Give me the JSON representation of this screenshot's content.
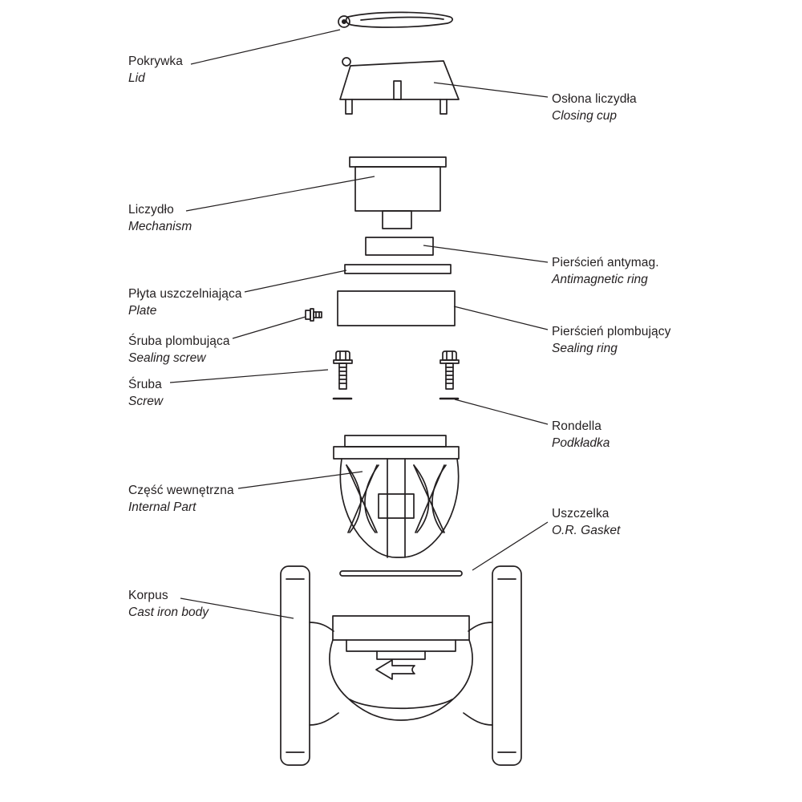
{
  "diagram": {
    "background": "#ffffff",
    "line_color": "#231f20",
    "labels": {
      "lid": {
        "line1": "Pokrywka",
        "line2": "Lid"
      },
      "closing_cup": {
        "line1": "Osłona liczydła",
        "line2": "Closing cup"
      },
      "mechanism": {
        "line1": "Liczydło",
        "line2": "Mechanism"
      },
      "antimagnetic_ring": {
        "line1": "Pierścień antymag.",
        "line2": "Antimagnetic ring"
      },
      "plate": {
        "line1": "Płyta uszczelniająca",
        "line2": "Plate"
      },
      "sealing_ring": {
        "line1": "Pierścień plombujący",
        "line2": "Sealing ring"
      },
      "sealing_screw": {
        "line1": "Śruba plombująca",
        "line2": "Sealing screw"
      },
      "screw": {
        "line1": "Śruba",
        "line2": "Screw"
      },
      "washer": {
        "line1": "Rondella",
        "line2": "Podkładka"
      },
      "internal_part": {
        "line1": "Część wewnętrzna",
        "line2": "Internal Part"
      },
      "gasket": {
        "line1": "Uszczelka",
        "line2": "O.R. Gasket"
      },
      "body": {
        "line1": "Korpus",
        "line2": "Cast iron body"
      }
    }
  }
}
